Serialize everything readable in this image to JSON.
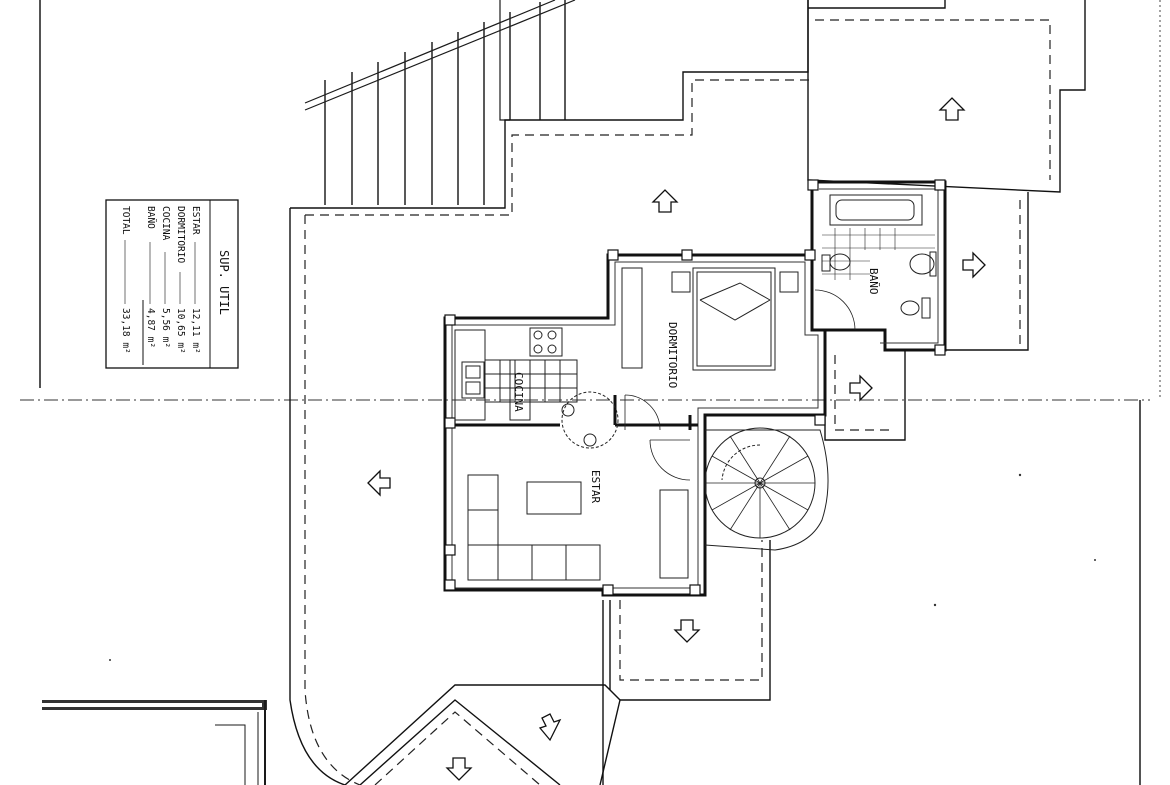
{
  "rooms": {
    "dormitorio": "DORMITORIO",
    "cocina": "COCINA",
    "estar": "ESTAR",
    "bano": "BAÑO"
  },
  "area_table": {
    "title": "SUP. UTIL",
    "rows": [
      {
        "label": "ESTAR",
        "value": "12,11 m²"
      },
      {
        "label": "DORMITORIO",
        "value": "10,65 m²"
      },
      {
        "label": "COCINA",
        "value": "5,56 m²"
      },
      {
        "label": "BAÑO",
        "value": "4,87 m²"
      }
    ],
    "total_label": "TOTAL",
    "total_value": "33,18 m²"
  },
  "colors": {
    "ink": "#111111",
    "paper": "#ffffff"
  }
}
